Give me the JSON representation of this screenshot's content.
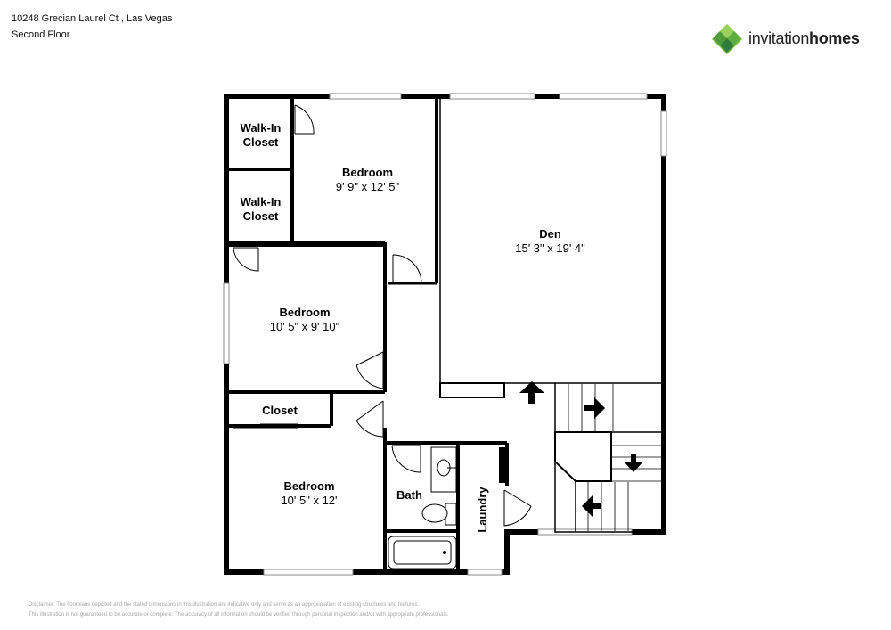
{
  "header": {
    "address": "10248 Grecian Laurel Ct , Las Vegas",
    "floor": "Second Floor"
  },
  "logo": {
    "brand_light": "invitation",
    "brand_bold": "homes",
    "icon": "green-diamond-logo-icon",
    "colors": [
      "#7cc242",
      "#4f9b3a",
      "#2f7d3d",
      "#9ad15e"
    ]
  },
  "rooms": {
    "walkin_closet_1": {
      "name": "Walk-In Closet"
    },
    "walkin_closet_2": {
      "name": "Walk-In Closet"
    },
    "bedroom_top": {
      "name": "Bedroom",
      "dims": "9' 9\" x 12' 5\""
    },
    "den": {
      "name": "Den",
      "dims": "15' 3\" x 19' 4\""
    },
    "bedroom_mid": {
      "name": "Bedroom",
      "dims": "10' 5\" x 9' 10\""
    },
    "closet": {
      "name": "Closet"
    },
    "bedroom_bottom": {
      "name": "Bedroom",
      "dims": "10' 5\" x 12'"
    },
    "bath": {
      "name": "Bath"
    },
    "laundry": {
      "name": "Laundry"
    }
  },
  "disclaimer": {
    "line1": "Disclaimer: The floorplans depicted and the stated dimensions in this illustration are indicative only and serve as an approximation of existing structures and features.",
    "line2": "This illustration is not guaranteed to be accurate or complete. The accuracy of all information should be verified through personal inspection and/or with appropriate professionals."
  }
}
